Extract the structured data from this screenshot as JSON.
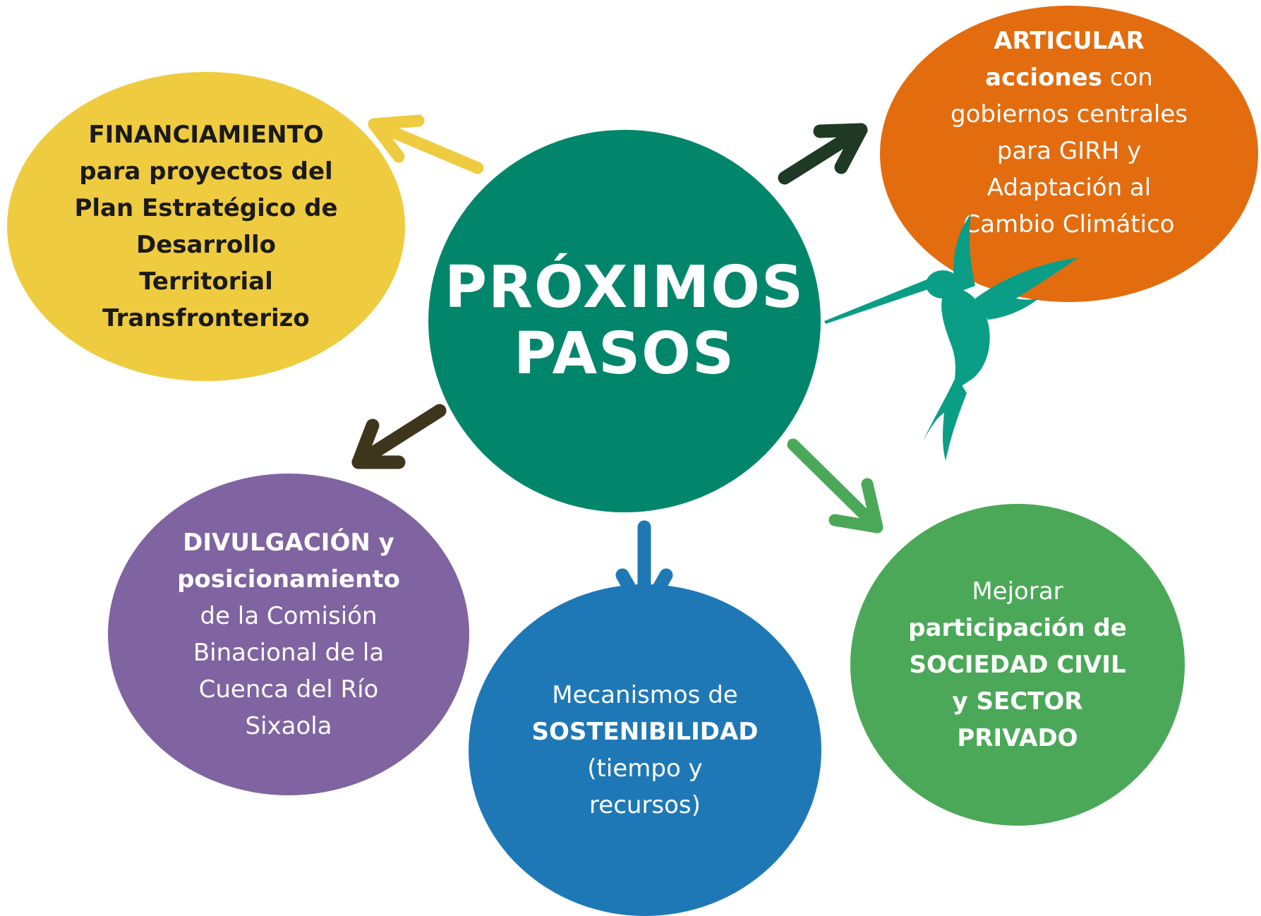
{
  "center": {
    "line1": "PRÓXIMOS",
    "line2": "PASOS"
  },
  "nodes": {
    "financiamiento": {
      "lines": [
        "FINANCIAMIENTO",
        "para proyectos del",
        "Plan Estratégico de",
        "Desarrollo",
        "Territorial",
        "Transfronterizo"
      ]
    },
    "articular": {
      "l1": "ARTICULAR",
      "l2b": "acciones",
      "l2": " con",
      "l3": "gobiernos centrales",
      "l4": "para GIRH y",
      "l5": "Adaptación al",
      "l6": "Cambio Climático"
    },
    "divulgacion": {
      "l1": "DIVULGACIÓN y",
      "l2": "posicionamiento",
      "l3": "de la Comisión",
      "l4": "Binacional de la",
      "l5": "Cuenca del Río",
      "l6": "Sixaola"
    },
    "sostenibilidad": {
      "l1": "Mecanismos de",
      "l2": "SOSTENIBILIDAD",
      "l3": "(tiempo y",
      "l4": "recursos)"
    },
    "mejorar": {
      "l1": "Mejorar",
      "l2": "participación de",
      "l3": "SOCIEDAD CIVIL",
      "l4": "y SECTOR",
      "l5": "PRIVADO"
    }
  },
  "colors": {
    "center": "#01866b",
    "financiamiento": "#efcb3f",
    "articular": "#e36c0f",
    "divulgacion": "#8063a1",
    "sostenibilidad": "#1f78b6",
    "mejorar": "#4ba858",
    "bird": "#0a9e86",
    "arrow_fin": "#efcb3f",
    "arrow_art": "#1f3a24",
    "arrow_div": "#3d361c",
    "arrow_sos": "#1f78b6",
    "arrow_mej": "#4ba858"
  }
}
